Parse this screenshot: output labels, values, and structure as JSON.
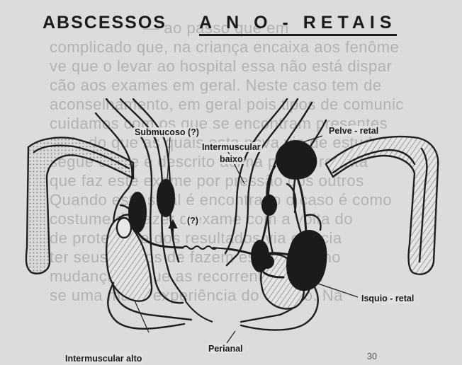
{
  "title": {
    "left": "ABSCESSOS",
    "right": "A N O - RETAIS"
  },
  "labels": {
    "submucoso": "Submucoso (?)",
    "intermuscular_baixo_1": "Intermuscular",
    "intermuscular_baixo_2": "baixo",
    "pelve_retal": "Pelve - retal",
    "question": "(?)",
    "isquio_retal": "Isquio - retal",
    "perianal": "Perianal",
    "intermuscular_alto": "Intermuscular alto",
    "page_fragment": "30"
  }
}
